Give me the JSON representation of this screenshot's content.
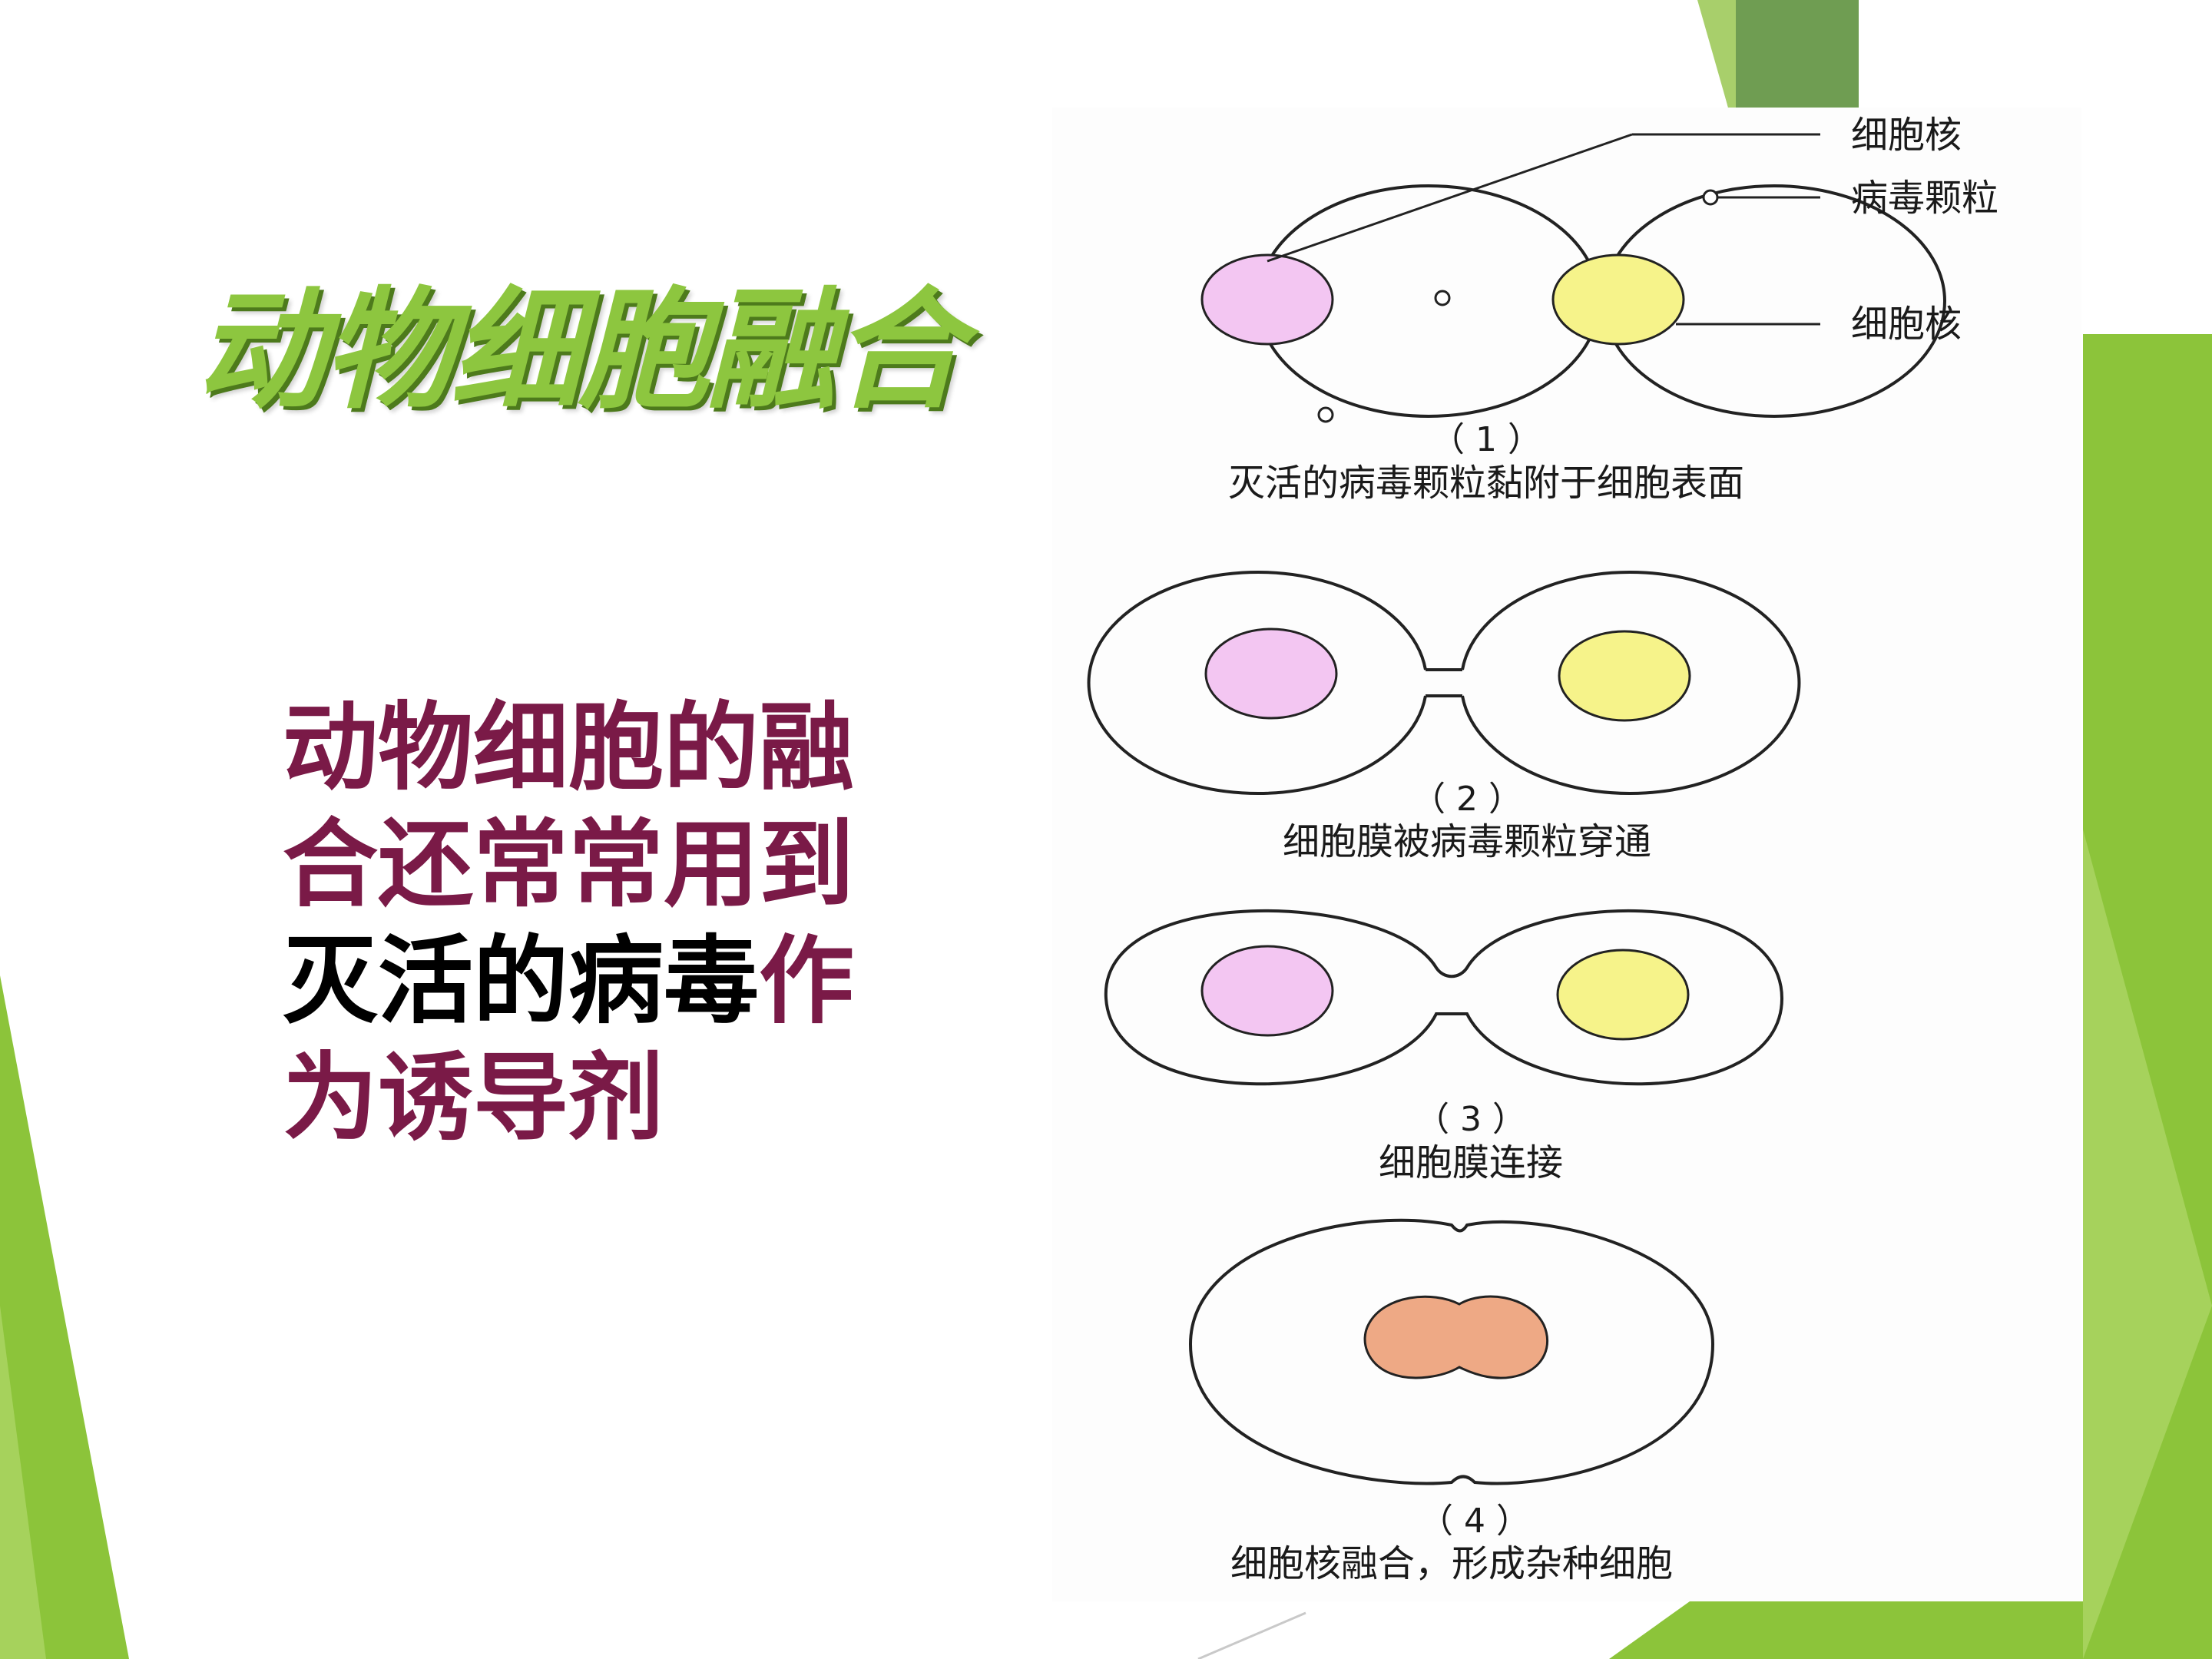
{
  "slide": {
    "title": "动物细胞融合",
    "body": {
      "part1": "动物细胞的融合还常常用到",
      "part2_emphasis": "灭活的病毒",
      "part3": "作为诱导剂"
    }
  },
  "figure": {
    "labels": {
      "nucleus_top": "细胞核",
      "virus_particle": "病毒颗粒",
      "nucleus_right": "细胞核"
    },
    "stages": [
      {
        "number": "（ 1 ）",
        "caption": "灭活的病毒颗粒黏附于细胞表面"
      },
      {
        "number": "（ 2 ）",
        "caption": "细胞膜被病毒颗粒穿通"
      },
      {
        "number": "（ 3 ）",
        "caption": "细胞膜连接"
      },
      {
        "number": "（ 4 ）",
        "caption": "细胞核融合，形成杂种细胞"
      }
    ]
  },
  "colors": {
    "title_green": "#8dc63f",
    "body_text": "#7a1a47",
    "emphasis": "#000000",
    "nucleus_pink": "#f3c6f2",
    "nucleus_yellow": "#f6f38a",
    "fused_nucleus": "#eea985",
    "accent_green": "#8cc43a",
    "accent_dark_green": "#6e9e50"
  }
}
